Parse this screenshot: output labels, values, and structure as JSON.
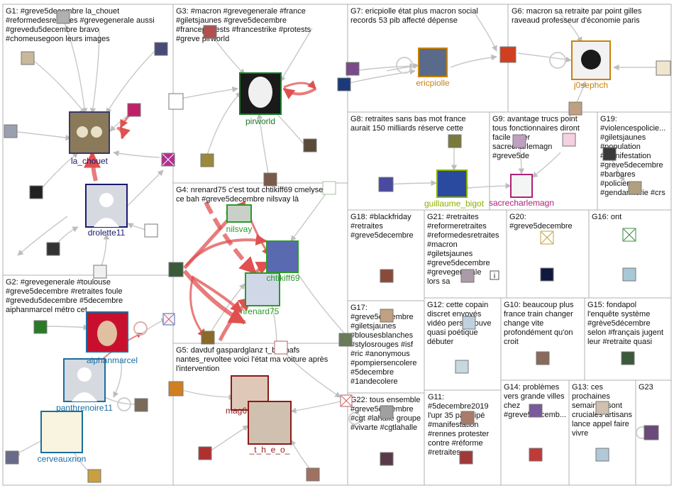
{
  "groups": [
    {
      "id": "G1",
      "lines": [
        "G1: #greve5decembre la_chouet",
        "#reformedesretraites #grevegenerale aussi",
        "#grevedu5decembre bravo",
        "#chomeusegoon leurs images"
      ]
    },
    {
      "id": "G2",
      "lines": [
        "G2: #grevegenerale #toulouse",
        "#greve5decembre #retraites foule",
        "#grevedu5decembre #5decembre",
        "aiphanmarcel métro cet"
      ]
    },
    {
      "id": "G3",
      "lines": [
        "G3: #macron #grevegenerale #france",
        "#giletsjaunes #greve5decembre",
        "#franceprotests #francestrike #protests",
        "#greve pirworld"
      ]
    },
    {
      "id": "G4",
      "lines": [
        "G4: nrenard75 c'est tout chtikiff69 cmelysee",
        "ce bah #greve5decembre nilsvay là"
      ]
    },
    {
      "id": "G5",
      "lines": [
        "G5: davduf gaspardglanz t_bouhafs",
        "nantes_revoltee voici l'état ma voiture après",
        "l'intervention"
      ]
    },
    {
      "id": "G6",
      "lines": [
        "G6: macron sa retraite par point gilles",
        "raveaud professeur d'économie paris"
      ]
    },
    {
      "id": "G7",
      "lines": [
        "G7: ericpiolle état plus macron social",
        "records 53 pib affecté dépense"
      ]
    },
    {
      "id": "G8",
      "lines": [
        "G8: retraites sans bas mot france",
        "aurait 150 milliards réserve cette"
      ]
    },
    {
      "id": "G9",
      "lines": [
        "G9: avantage trucs point",
        "tous fonctionnaires diront",
        "facile geler",
        "sacrecharlemagn",
        "#greve5de"
      ]
    },
    {
      "id": "G10",
      "lines": [
        "G10: beaucoup plus",
        "france train changer",
        "change vite",
        "profondément qu'on",
        "croit"
      ]
    },
    {
      "id": "G11",
      "lines": [
        "G11:",
        "#5decembre2019",
        "l'upr 35 participé",
        "#manifestation",
        "#rennes protester",
        "contre #réforme",
        "#retraites"
      ]
    },
    {
      "id": "G12",
      "lines": [
        "G12: cette copain",
        "discret envoyés",
        "vidéo perso trouve",
        "quasi poétique",
        "débuter"
      ]
    },
    {
      "id": "G13",
      "lines": [
        "G13: ces",
        "prochaines",
        "semaines sont",
        "cruciales artisans",
        "lance appel faire",
        "vivre"
      ]
    },
    {
      "id": "G14",
      "lines": [
        "G14: problèmes",
        "vers grande villes",
        "chez",
        "#greve5decemb..."
      ]
    },
    {
      "id": "G15",
      "lines": [
        "G15: fondapol",
        "l'enquête système",
        "#grève5décembre",
        "selon #français jugent",
        "leur #retraite quasi"
      ]
    },
    {
      "id": "G16",
      "lines": [
        "G16: ont"
      ]
    },
    {
      "id": "G17",
      "lines": [
        "G17:",
        "#greve5decembre",
        "#giletsjaunes",
        "#blousesblanches",
        "#stylosrouges #isf",
        "#ric #anonymous",
        "#pompiersencolere",
        "#5decembre",
        "#1andecolere"
      ]
    },
    {
      "id": "G18",
      "lines": [
        "G18: #blackfriday",
        "#retraites",
        "#greve5decembre"
      ]
    },
    {
      "id": "G19",
      "lines": [
        "G19:",
        "#violencespolicie...",
        "#giletsjaunes",
        "#population",
        "#manifestation",
        "#greve5decembre",
        "#barbares",
        "#policiers",
        "#gendarmerie #crs"
      ]
    },
    {
      "id": "G20",
      "lines": [
        "G20:",
        "#greve5decembre"
      ]
    },
    {
      "id": "G21",
      "lines": [
        "G21: #retraites",
        "#reformeretraites",
        "#reformedesretraites",
        "#macron",
        "#giletsjaunes",
        "#greve5decembre",
        "#grevegenerale",
        "lors sa"
      ]
    },
    {
      "id": "G22",
      "lines": [
        "G22: tous ensemble",
        "#greve5decembre",
        "#cgt #lahalle groupe",
        "#vivarte #cgtlahalle"
      ]
    },
    {
      "id": "G23",
      "lines": [
        "G23"
      ]
    }
  ],
  "nodes": [
    {
      "id": "la_chouet",
      "label": "la_chouet",
      "color": "#1a1a6e"
    },
    {
      "id": "drolette11",
      "label": "drolette11",
      "color": "#1a1a6e"
    },
    {
      "id": "aiphanmarcel",
      "label": "aiphanmarcel",
      "color": "#1a6ea0"
    },
    {
      "id": "panthrenoire11",
      "label": "panthrenoire11",
      "color": "#1a6ea0"
    },
    {
      "id": "cerveauxnon",
      "label": "cerveauxnon",
      "color": "#1a6ea0"
    },
    {
      "id": "pirworld",
      "label": "pirworld",
      "color": "#1a7a2a"
    },
    {
      "id": "nilsvay",
      "label": "nilsvay",
      "color": "#2a9a2a"
    },
    {
      "id": "chtikiff69",
      "label": "chtikiff69",
      "color": "#2a9a2a"
    },
    {
      "id": "nrenard75",
      "label": "nrenard75",
      "color": "#2a9a2a"
    },
    {
      "id": "mag6",
      "label": "mag6",
      "color": "#8a1a1a"
    },
    {
      "id": "t_h_e_o",
      "label": "_t_h_e_o_",
      "color": "#8a1a1a"
    },
    {
      "id": "ericpiolle",
      "label": "ericpiolle",
      "color": "#c8820a"
    },
    {
      "id": "j0sephch",
      "label": "j0sephch",
      "color": "#c8820a"
    },
    {
      "id": "guillaume_bigot",
      "label": "guillaume_bigot",
      "color": "#8ab000"
    },
    {
      "id": "sacrecharlemagn",
      "label": "sacrecharlemagn",
      "color": "#b0207a"
    }
  ],
  "badges": {
    "g21_info": "i"
  },
  "colors": {
    "grid_border": "#b0b0b0",
    "edge": "#c8c8c8",
    "edge_strong": "#e04848"
  }
}
